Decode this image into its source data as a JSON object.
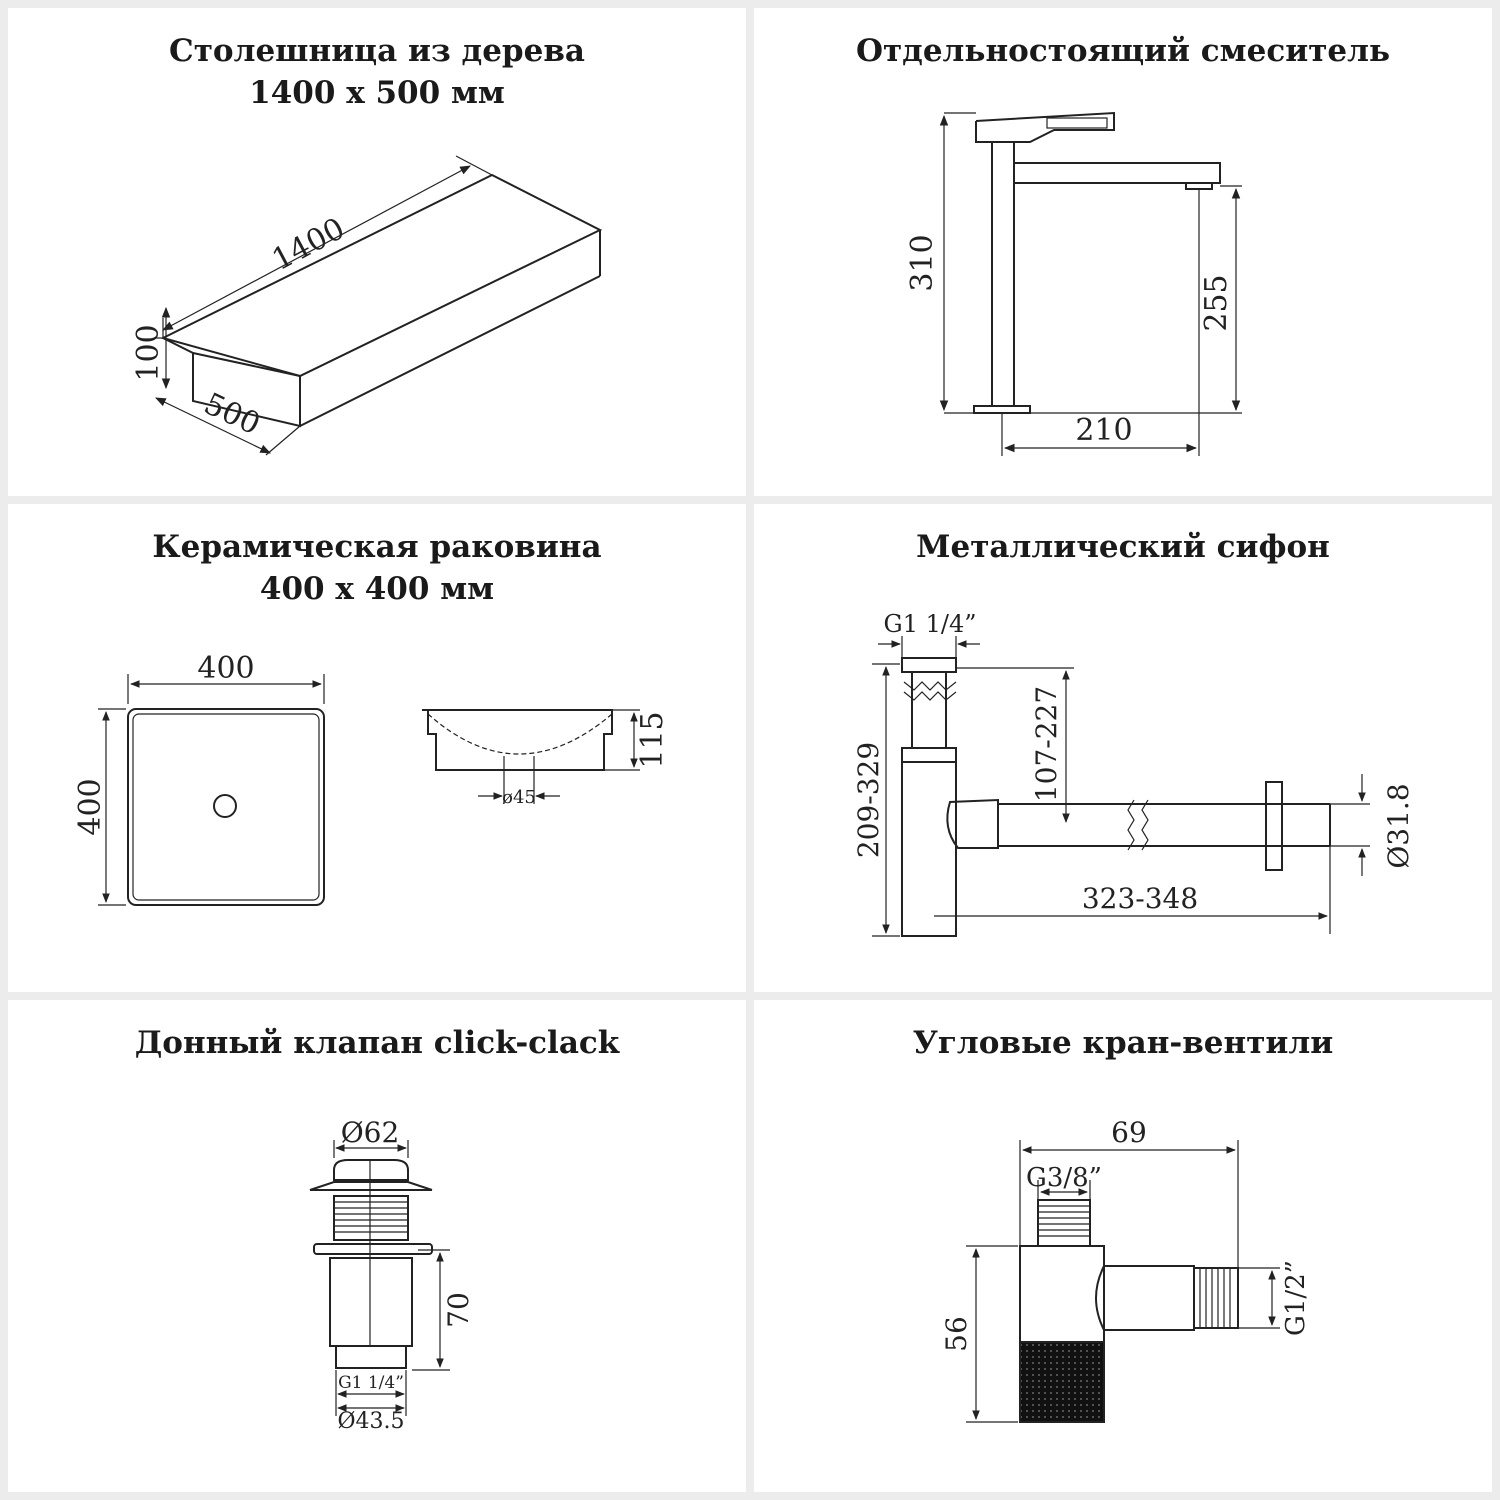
{
  "panels": {
    "countertop": {
      "title_line1": "Столешница из дерева",
      "title_line2": "1400 х 500 мм",
      "dims": {
        "length": "1400",
        "height": "100",
        "depth": "500"
      }
    },
    "faucet": {
      "title": "Отдельностоящий смеситель",
      "dims": {
        "height": "310",
        "spout_height": "255",
        "reach": "210"
      }
    },
    "sink": {
      "title_line1": "Керамическая раковина",
      "title_line2": "400 х 400 мм",
      "dims": {
        "width": "400",
        "depth": "400",
        "height": "115",
        "drain": "ø45"
      }
    },
    "siphon": {
      "title": "Металлический сифон",
      "dims": {
        "thread": "G1 1/4”",
        "range1": "107-227",
        "range2": "209-329",
        "length": "323-348",
        "diameter": "Ø31.8"
      }
    },
    "valve": {
      "title": "Донный клапан click-clack",
      "dims": {
        "top_diameter": "Ø62",
        "height": "70",
        "thread": "G1 1/4”",
        "bottom_diameter": "Ø43.5"
      }
    },
    "angle_valve": {
      "title": "Угловые кран-вентили",
      "dims": {
        "length": "69",
        "inlet": "G3/8”",
        "height": "56",
        "outlet": "G1/2”"
      }
    }
  }
}
